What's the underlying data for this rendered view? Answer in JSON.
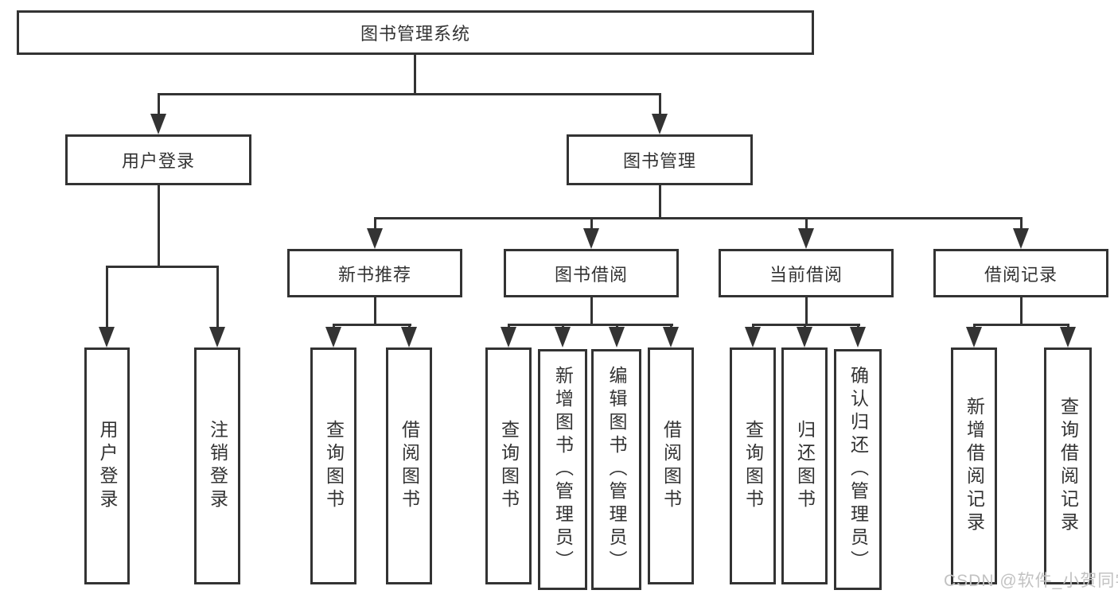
{
  "diagram_title": "图书管理系统",
  "tree": {
    "label": "图书管理系统",
    "children": [
      {
        "label": "用户登录",
        "children": [
          {
            "label": "用户登录"
          },
          {
            "label": "注销登录"
          }
        ]
      },
      {
        "label": "图书管理",
        "children": [
          {
            "label": "新书推荐",
            "children": [
              {
                "label": "查询图书"
              },
              {
                "label": "借阅图书"
              }
            ]
          },
          {
            "label": "图书借阅",
            "children": [
              {
                "label": "查询图书"
              },
              {
                "label": "新增图书（管理员）"
              },
              {
                "label": "编辑图书（管理员）"
              },
              {
                "label": "借阅图书"
              }
            ]
          },
          {
            "label": "当前借阅",
            "children": [
              {
                "label": "查询图书"
              },
              {
                "label": "归还图书"
              },
              {
                "label": "确认归还（管理员）"
              }
            ]
          },
          {
            "label": "借阅记录",
            "children": [
              {
                "label": "新增借阅记录"
              },
              {
                "label": "查询借阅记录"
              }
            ]
          }
        ]
      }
    ]
  },
  "watermark": {
    "text": "CSDN @软件_小贺同学"
  },
  "colors": {
    "line": "#333333",
    "text": "#333333",
    "background": "#ffffff",
    "box_fill": "#ffffff",
    "watermark": "#c2c2c2"
  }
}
